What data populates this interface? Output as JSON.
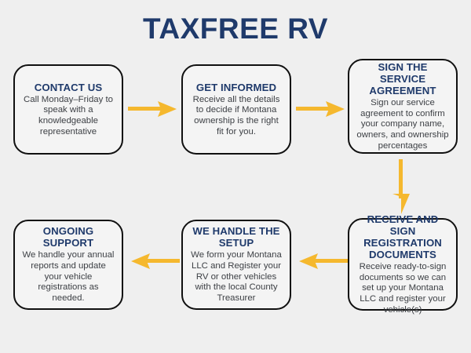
{
  "header": {
    "title": "TAXFREE RV"
  },
  "colors": {
    "background": "#efefef",
    "card_fill": "#f4f4f4",
    "card_border": "#101010",
    "heading_navy": "#1f3a6b",
    "body_text": "#3d4045",
    "arrow_amber": "#f5b82e"
  },
  "flowchart": {
    "type": "process-flow",
    "steps": [
      {
        "index": 1,
        "title": "CONTACT US",
        "body": "Call Monday–Friday to speak with a knowledgeable representative"
      },
      {
        "index": 2,
        "title": "GET INFORMED",
        "body": "Receive all the details to decide if Montana ownership is the right fit for you."
      },
      {
        "index": 3,
        "title": "SIGN THE SERVICE AGREEMENT",
        "body": "Sign our service agreement to confirm your company name, owners, and ownership percentages"
      },
      {
        "index": 4,
        "title": "RECEIVE AND SIGN REGISTRATION DOCUMENTS",
        "body": "Receive ready-to-sign documents so we can set up your Montana LLC and register your vehicle(s)"
      },
      {
        "index": 5,
        "title": "WE HANDLE THE SETUP",
        "body": "We form your Montana LLC and Register your RV or other vehicles with the local County Treasurer"
      },
      {
        "index": 6,
        "title": "ONGOING SUPPORT",
        "body": "We handle your annual reports and update your vehicle registrations as needed."
      }
    ],
    "connectors": [
      {
        "id": 1,
        "icon": "arrow-right-icon",
        "from": 1,
        "to": 2,
        "direction": "right"
      },
      {
        "id": 2,
        "icon": "arrow-right-icon",
        "from": 2,
        "to": 3,
        "direction": "right"
      },
      {
        "id": 3,
        "icon": "arrow-down-icon",
        "from": 3,
        "to": 4,
        "direction": "down"
      },
      {
        "id": 4,
        "icon": "arrow-left-icon",
        "from": 4,
        "to": 5,
        "direction": "left"
      },
      {
        "id": 5,
        "icon": "arrow-left-icon",
        "from": 5,
        "to": 6,
        "direction": "left"
      }
    ]
  }
}
